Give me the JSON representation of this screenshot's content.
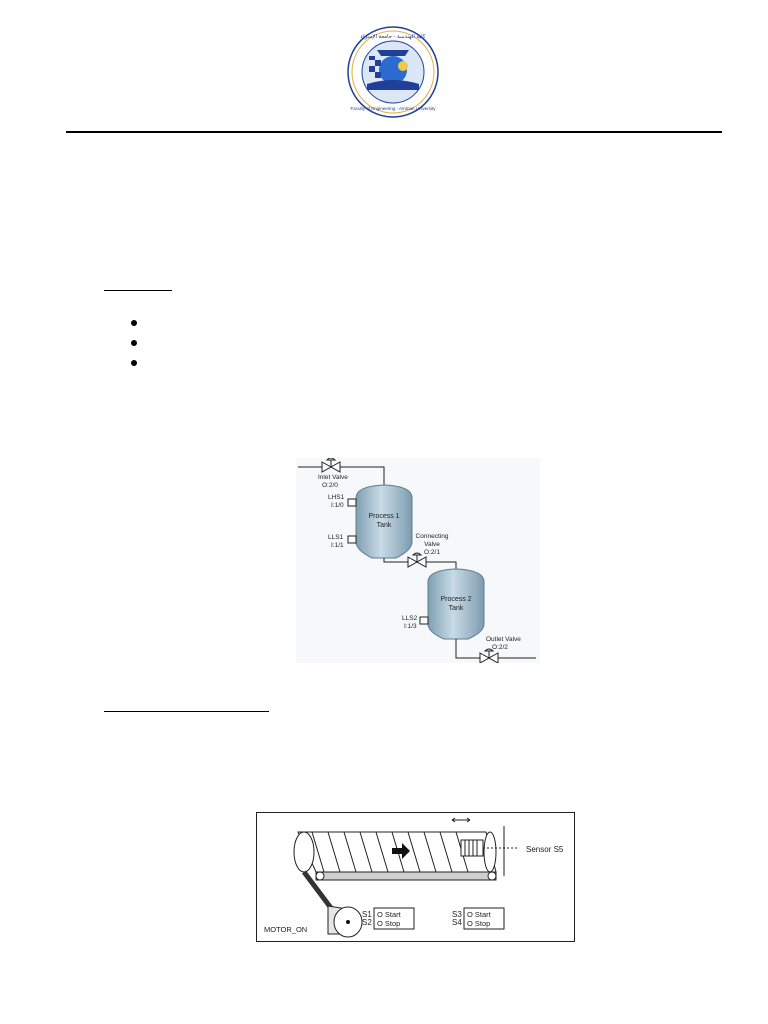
{
  "logo": {
    "arc_text": "كلية الهندسة - جامعة الإسراء",
    "bottom_text": "Faculty of Engineering - Amman University"
  },
  "tank_diagram": {
    "inlet_valve": [
      "Inlet Valve",
      "O:2/0"
    ],
    "lhs1": [
      "LHS1",
      "I:1/0"
    ],
    "lls1": [
      "LLS1",
      "I:1/1"
    ],
    "tank1": [
      "Process 1",
      "Tank"
    ],
    "connecting_valve": [
      "Connecting",
      "Valve",
      "O:2/1"
    ],
    "tank2": [
      "Process 2",
      "Tank"
    ],
    "lls2": [
      "LLS2",
      "I:1/3"
    ],
    "outlet_valve": [
      "Outlet Valve",
      "O:2/2"
    ]
  },
  "conveyor_diagram": {
    "sensor_label": "Sensor S5",
    "motor_label": "MOTOR_ON",
    "s1": "S1",
    "s2": "S2",
    "s3": "S3",
    "s4": "S4",
    "start": "O Start",
    "stop": "O Stop"
  },
  "colors": {
    "tank_fill": "#a9c4d4",
    "logo_blue": "#1f3f99",
    "logo_ring": "#e0b33c"
  }
}
